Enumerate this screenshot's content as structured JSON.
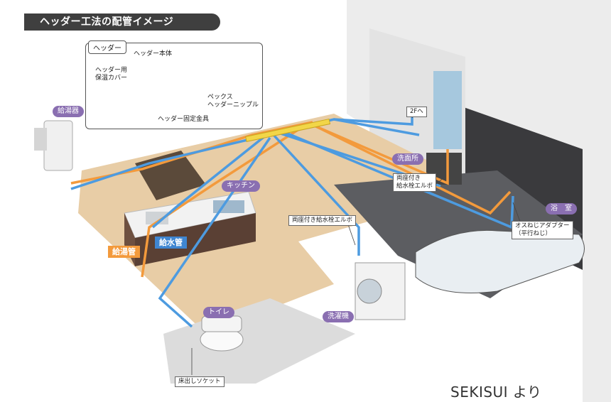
{
  "title": "ヘッダー工法の配管イメージ",
  "header_box": {
    "tab": "ヘッダー",
    "parts": {
      "body": "ヘッダー本体",
      "insulation": "ヘッダー用\n保温カバー",
      "nipple": "ペックス\nヘッダーニップル",
      "bracket": "ヘッダー固定金具"
    }
  },
  "rooms": {
    "water_heater": "給湯器",
    "kitchen": "キッチン",
    "washroom": "洗面所",
    "toilet": "トイレ",
    "laundry": "洗濯機",
    "bath": "浴　室"
  },
  "callouts": {
    "upstairs": "2Fへ",
    "washroom_elbow": "両座付き\n給水栓エルボ",
    "laundry_elbow": "両座付き給水栓エルボ",
    "bath_adapter": "オスねじアダプター\n（平行ねじ）",
    "toilet_socket": "床出しソケット"
  },
  "pipe_labels": {
    "hot": "給湯管",
    "cold": "給水管"
  },
  "colors": {
    "hot_pipe": "#f39a3c",
    "cold_pipe": "#4d9be0",
    "room_badge": "#8a6fb1",
    "header_yellow": "#f2d648",
    "floor_wood": "#e7c9a0"
  },
  "source": "SEKISUI より"
}
